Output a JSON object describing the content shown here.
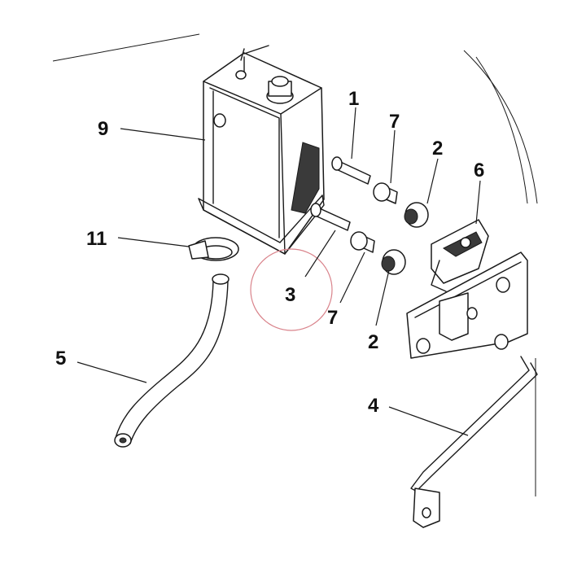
{
  "diagram": {
    "callouts": [
      {
        "id": "c1",
        "label": "1"
      },
      {
        "id": "c7a",
        "label": "7"
      },
      {
        "id": "c2a",
        "label": "2"
      },
      {
        "id": "c6",
        "label": "6"
      },
      {
        "id": "c9",
        "label": "9"
      },
      {
        "id": "c11",
        "label": "11"
      },
      {
        "id": "c3",
        "label": "3"
      },
      {
        "id": "c7b",
        "label": "7"
      },
      {
        "id": "c2b",
        "label": "2"
      },
      {
        "id": "c5",
        "label": "5"
      },
      {
        "id": "c4",
        "label": "4"
      }
    ],
    "highlight_color": "#d9838b"
  }
}
